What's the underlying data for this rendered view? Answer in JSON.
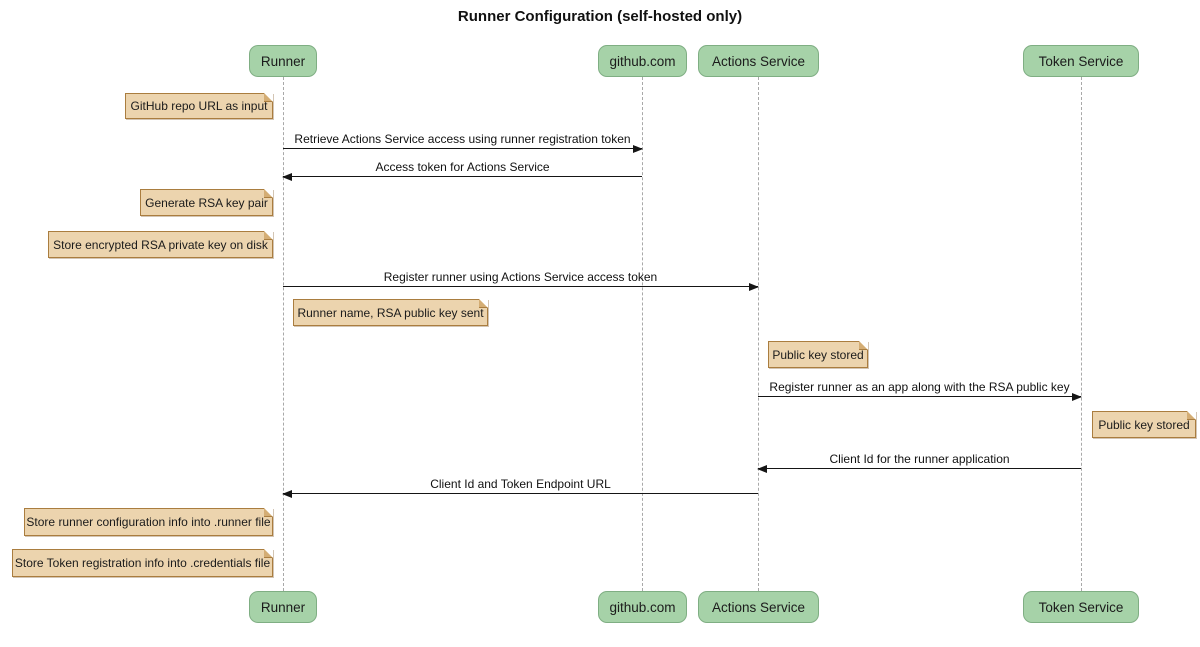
{
  "title": "Runner Configuration (self-hosted only)",
  "diagram_type": "sequence-diagram",
  "colors": {
    "background": "#ffffff",
    "actor_fill": "#a6d2a8",
    "actor_border": "#7fae83",
    "note_fill": "#ecd4ae",
    "note_border": "#aa7d3f",
    "lifeline": "#a9a9a9",
    "arrow": "#151515",
    "text": "#111111"
  },
  "participants": [
    {
      "label": "Runner"
    },
    {
      "label": "github.com"
    },
    {
      "label": "Actions Service"
    },
    {
      "label": "Token Service"
    }
  ],
  "messages": [
    {
      "from": "Runner",
      "to": "github.com",
      "direction": "right",
      "label": "Retrieve Actions Service access using runner registration token"
    },
    {
      "from": "github.com",
      "to": "Runner",
      "direction": "left",
      "label": "Access token for Actions Service"
    },
    {
      "from": "Runner",
      "to": "Actions Service",
      "direction": "right",
      "label": "Register runner using Actions Service access token"
    },
    {
      "from": "Actions Service",
      "to": "Token Service",
      "direction": "right",
      "label": "Register runner as an app along with the RSA public key"
    },
    {
      "from": "Token Service",
      "to": "Actions Service",
      "direction": "left",
      "label": "Client Id for the runner application"
    },
    {
      "from": "Actions Service",
      "to": "Runner",
      "direction": "left",
      "label": "Client Id and Token Endpoint URL"
    }
  ],
  "notes": [
    {
      "position": "left of Runner",
      "label": "GitHub repo URL as input"
    },
    {
      "position": "left of Runner",
      "label": "Generate RSA key pair"
    },
    {
      "position": "left of Runner",
      "label": "Store encrypted RSA private key on disk"
    },
    {
      "position": "right of Runner",
      "label": "Runner name, RSA public key sent"
    },
    {
      "position": "right of Actions Service",
      "label": "Public key stored"
    },
    {
      "position": "right of Token Service",
      "label": "Public key stored"
    },
    {
      "position": "left of Runner",
      "label": "Store runner configuration info into .runner file"
    },
    {
      "position": "left of Runner",
      "label": "Store Token registration info into .credentials file"
    }
  ]
}
